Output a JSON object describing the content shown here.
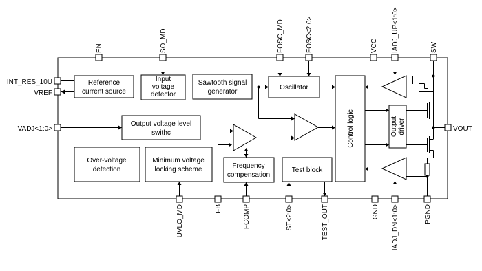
{
  "pins": {
    "int_res": "INT_RES_10U",
    "vref": "VREF",
    "vadj": "VADJ<1:0>",
    "en": "EN",
    "so_md": "SO_MD",
    "fosc_md": "FOSC_MD",
    "fosc": "FOSC<2:0>",
    "vcc": "VCC",
    "iadj_up": "IADJ_UP<1:0>",
    "sw": "SW",
    "vout": "VOUT",
    "uvlo_md": "UVLO_MD",
    "fb": "FB",
    "fcomp": "FCOMP",
    "st": "ST<2:0>",
    "test_out": "TEST_OUT",
    "gnd": "GND",
    "iadj_dn": "IADJ_DN<1:0>",
    "pgnd": "PGND"
  },
  "blocks": {
    "reference": [
      "Reference",
      "current source"
    ],
    "input_detector": [
      "Input",
      "voltage",
      "detector"
    ],
    "sawtooth": [
      "Sawtooth signal",
      "generator"
    ],
    "oscillator": "Oscillator",
    "output_level": [
      "Output voltage level",
      "swithc"
    ],
    "over_voltage": [
      "Over-voltage",
      "detection"
    ],
    "min_voltage": [
      "Minimum voltage",
      "locking scheme"
    ],
    "freq_comp": [
      "Frequency",
      "compensation"
    ],
    "test_block": "Test block",
    "control_logic": "Control logic",
    "output_driver": [
      "Output",
      "driver"
    ]
  }
}
